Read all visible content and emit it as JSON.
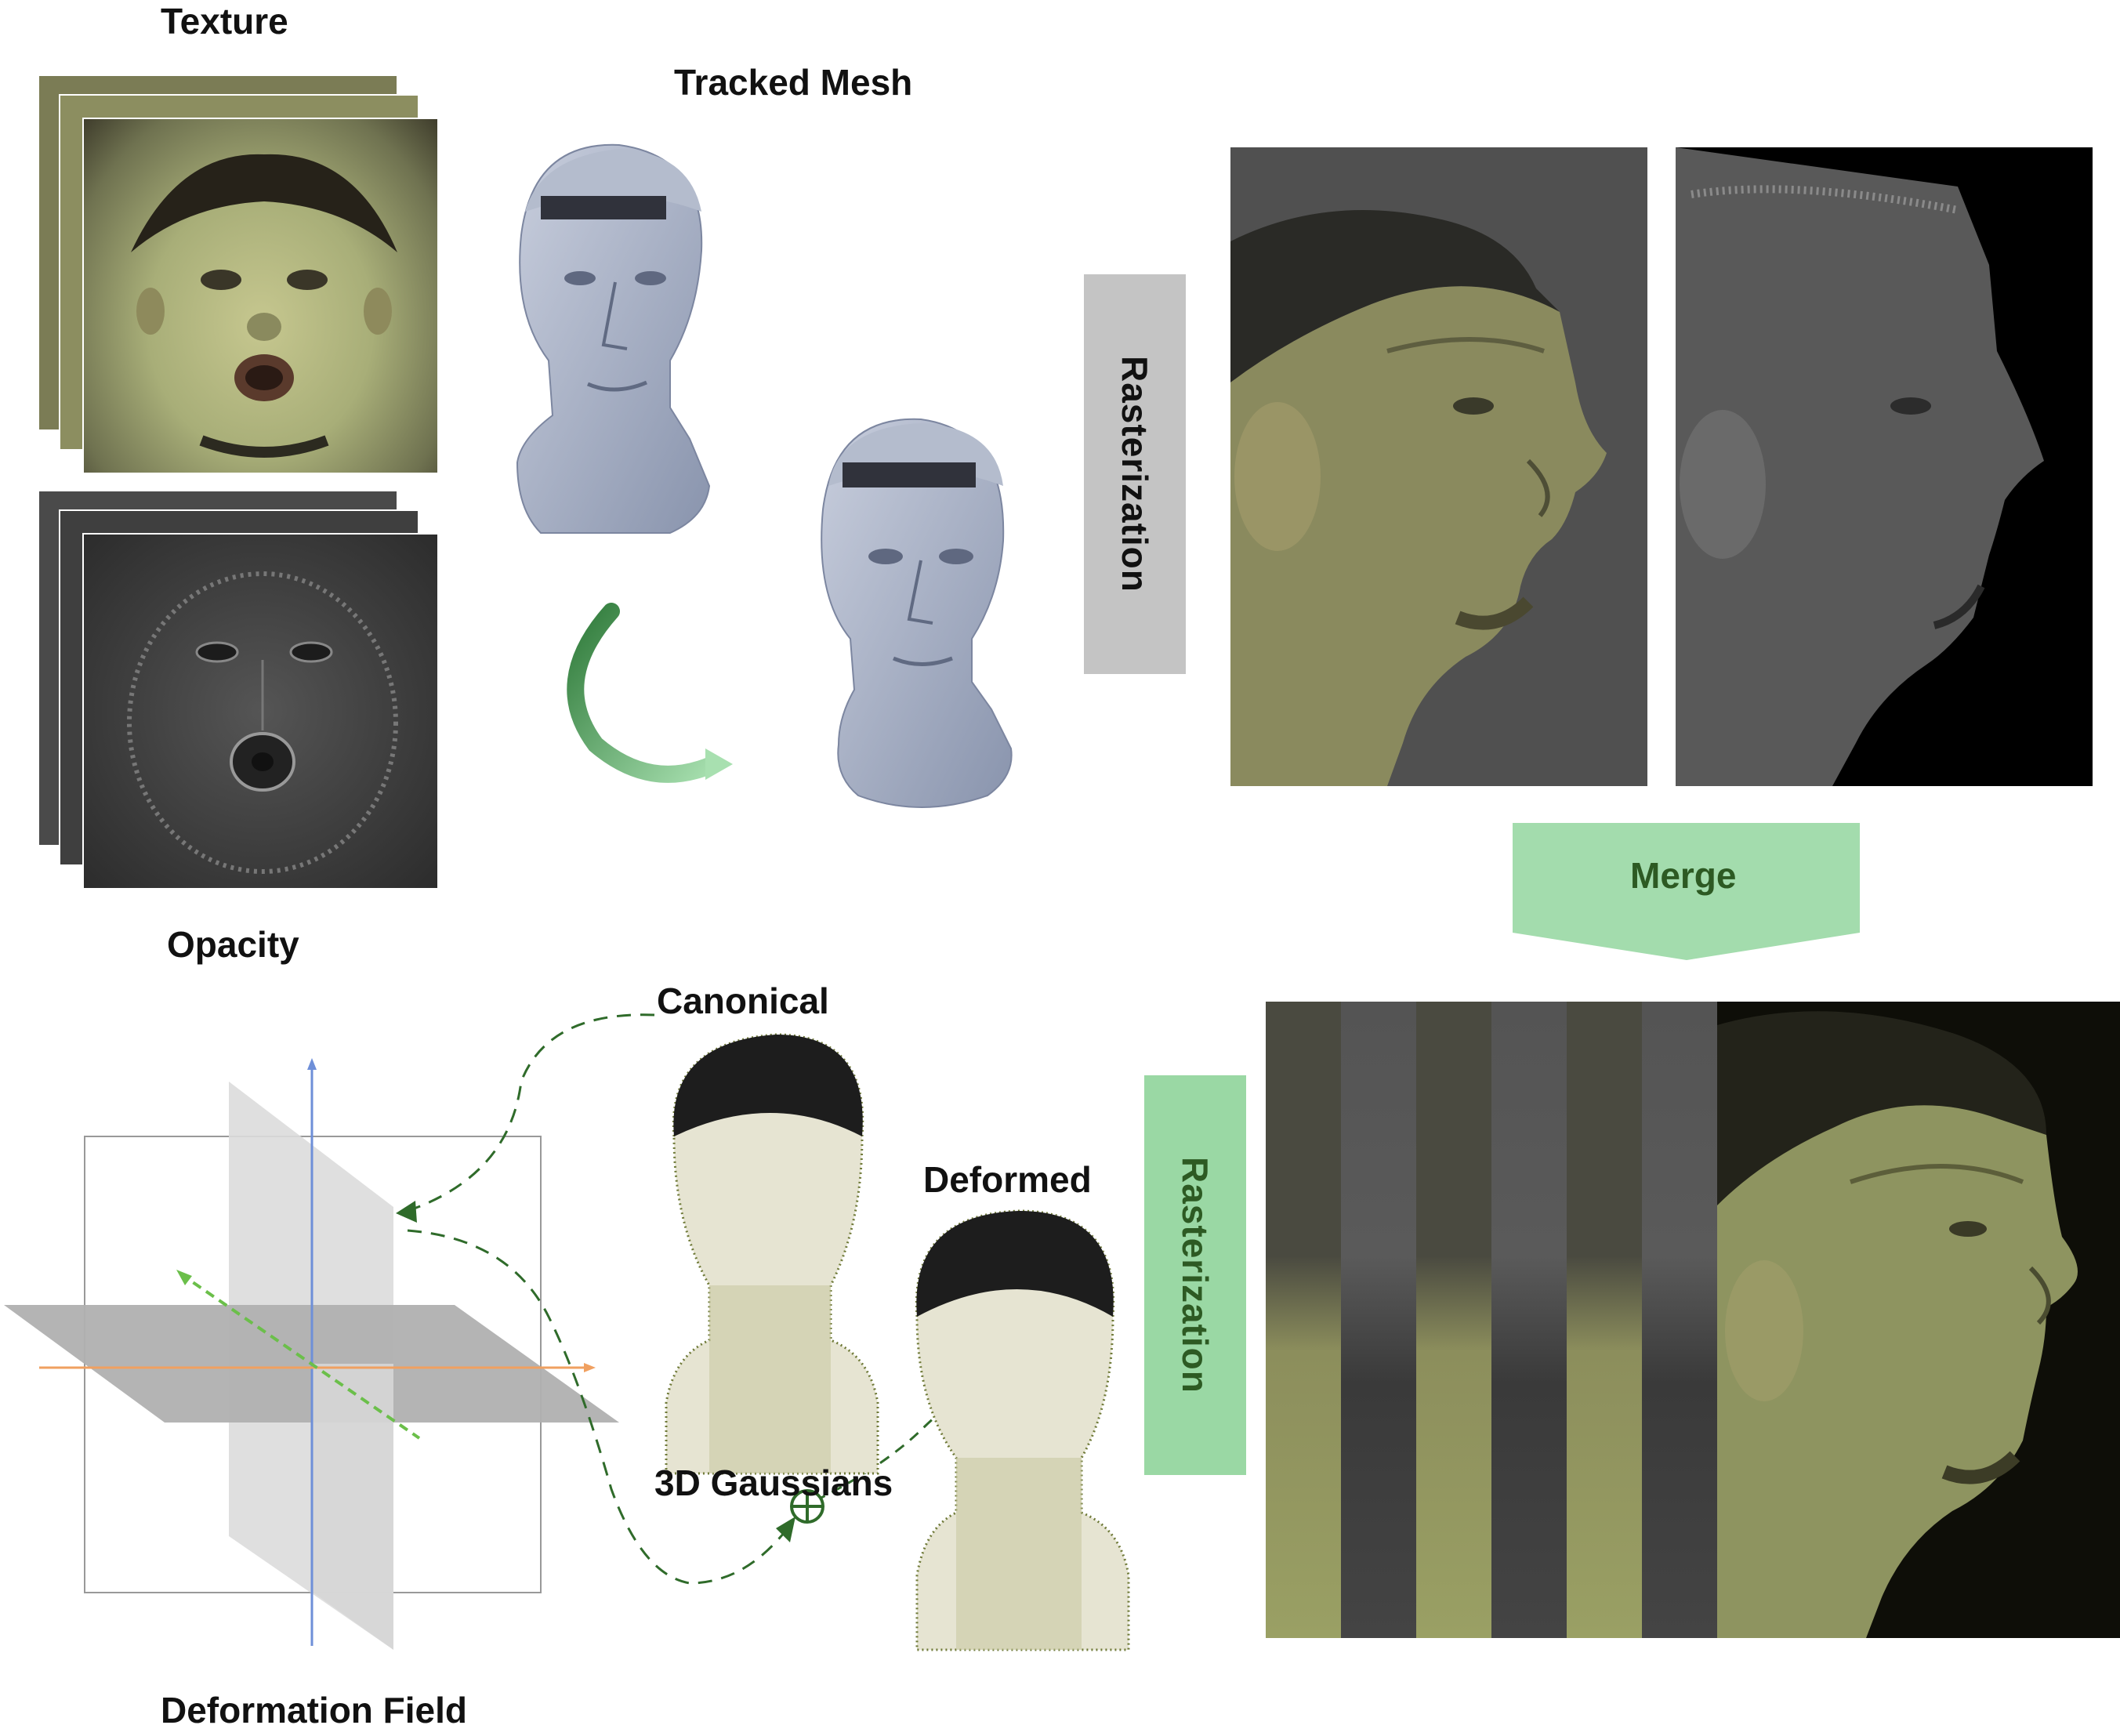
{
  "labels": {
    "texture": "Texture",
    "tracked_mesh": "Tracked Mesh",
    "opacity": "Opacity",
    "canonical": "Canonical",
    "deformed": "Deformed",
    "gaussians": "3D Gaussians",
    "deformation_field": "Deformation Field",
    "rasterization_top": "Rasterization",
    "rasterization_bottom": "Rasterization",
    "merge": "Merge"
  },
  "colors": {
    "raster_top_box": "#c4c4c4",
    "raster_bottom_box": "#9ad8a4",
    "merge_box": "#a3dcad",
    "merge_text": "#2d5a23",
    "arrow_green": "#2f6b2a",
    "axis_blue": "#6e8fd8",
    "axis_orange": "#f0a060",
    "axis_green": "#6bbf4a",
    "plane_gray": "#bdbdbd",
    "mesh_gray": "#9aa5bd",
    "render_bg": "#505050",
    "texture_skin": "#a8ae78"
  },
  "icons": [
    "rotation-arrow-icon",
    "plus-circle-icon"
  ]
}
